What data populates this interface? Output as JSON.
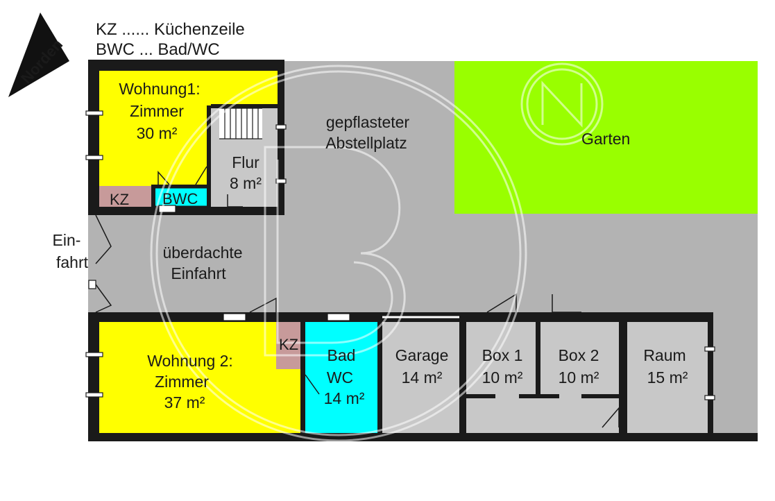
{
  "legend": {
    "line1": "KZ ......  Küchenzeile",
    "line2": "BWC ... Bad/WC"
  },
  "north_arrow": {
    "label": "Norden"
  },
  "rooms": {
    "wohnung1": {
      "l1": "Wohnung1:",
      "l2": "Zimmer",
      "l3": "30 m²"
    },
    "kz1": "KZ",
    "bwc": "BWC",
    "flur": {
      "l1": "Flur",
      "l2": "8 m²"
    },
    "abstellplatz": {
      "l1": "gepflasteter",
      "l2": "Abstellplatz"
    },
    "garten": "Garten",
    "einfahrt_side": {
      "l1": "Ein-",
      "l2": "fahrt"
    },
    "einfahrt": {
      "l1": "überdachte",
      "l2": "Einfahrt"
    },
    "wohnung2": {
      "l1": "Wohnung 2:",
      "l2": "Zimmer",
      "l3": "37 m²"
    },
    "kz2": "KZ",
    "bad": {
      "l1": "Bad",
      "l2": "WC",
      "l3": "14 m²"
    },
    "garage": {
      "l1": "Garage",
      "l2": "14 m²"
    },
    "box1": {
      "l1": "Box 1",
      "l2": "10 m²"
    },
    "box2": {
      "l1": "Box 2",
      "l2": "10 m²"
    },
    "raum": {
      "l1": "Raum",
      "l2": "15 m²"
    }
  },
  "colors": {
    "yard": "#b3b3b3",
    "garden": "#99ff00",
    "apartment": "#ffff00",
    "kitchen": "#c79a9a",
    "bath": "#00ffff",
    "storage": "#c8c8c8",
    "wall": "#1a1a1a"
  }
}
